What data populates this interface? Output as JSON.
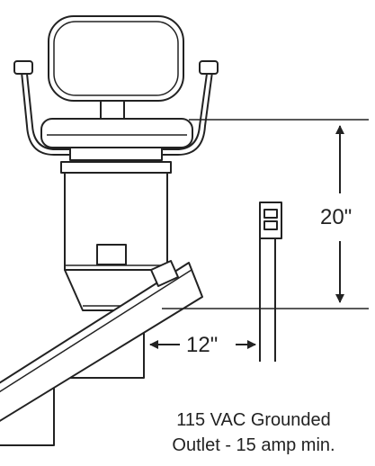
{
  "dimensions": {
    "seat_height": "20\"",
    "outlet_clearance": "12\""
  },
  "outlet_note": {
    "line1": "115 VAC Grounded",
    "line2": "Outlet - 15 amp min."
  },
  "colors": {
    "line": "#222222",
    "background": "#ffffff"
  }
}
